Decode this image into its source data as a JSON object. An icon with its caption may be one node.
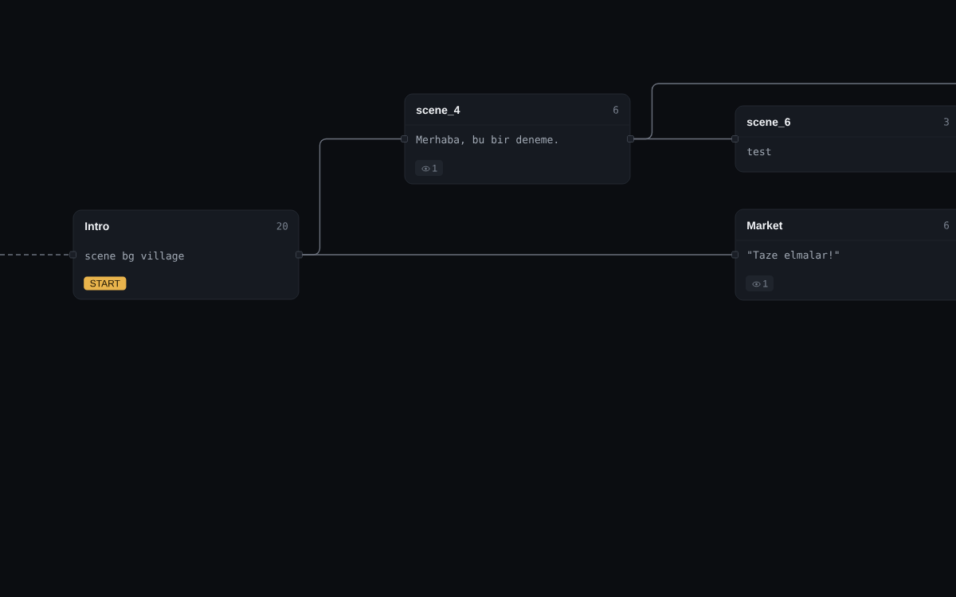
{
  "diagram": {
    "nodes": [
      {
        "text": [
          "Intro",
          "20",
          "scene bg village",
          "START"
        ]
      },
      {
        "text": [
          "scene_4",
          "6",
          "Merhaba, bu bir deneme.",
          "1"
        ]
      },
      {
        "text": [
          "scene_6",
          "3",
          "test"
        ]
      },
      {
        "text": [
          "Market",
          "6",
          "\"Taze elmalar!\"",
          "1"
        ]
      }
    ],
    "edges": [
      {
        "from": null,
        "to": 0,
        "arrow": "none",
        "style": "dashed"
      },
      {
        "from": 0,
        "to": 1,
        "arrow": "none"
      },
      {
        "from": 0,
        "to": 3,
        "arrow": "none"
      },
      {
        "from": 1,
        "to": 2,
        "arrow": "none"
      },
      {
        "from": 1,
        "to": null,
        "arrow": "none"
      }
    ]
  }
}
